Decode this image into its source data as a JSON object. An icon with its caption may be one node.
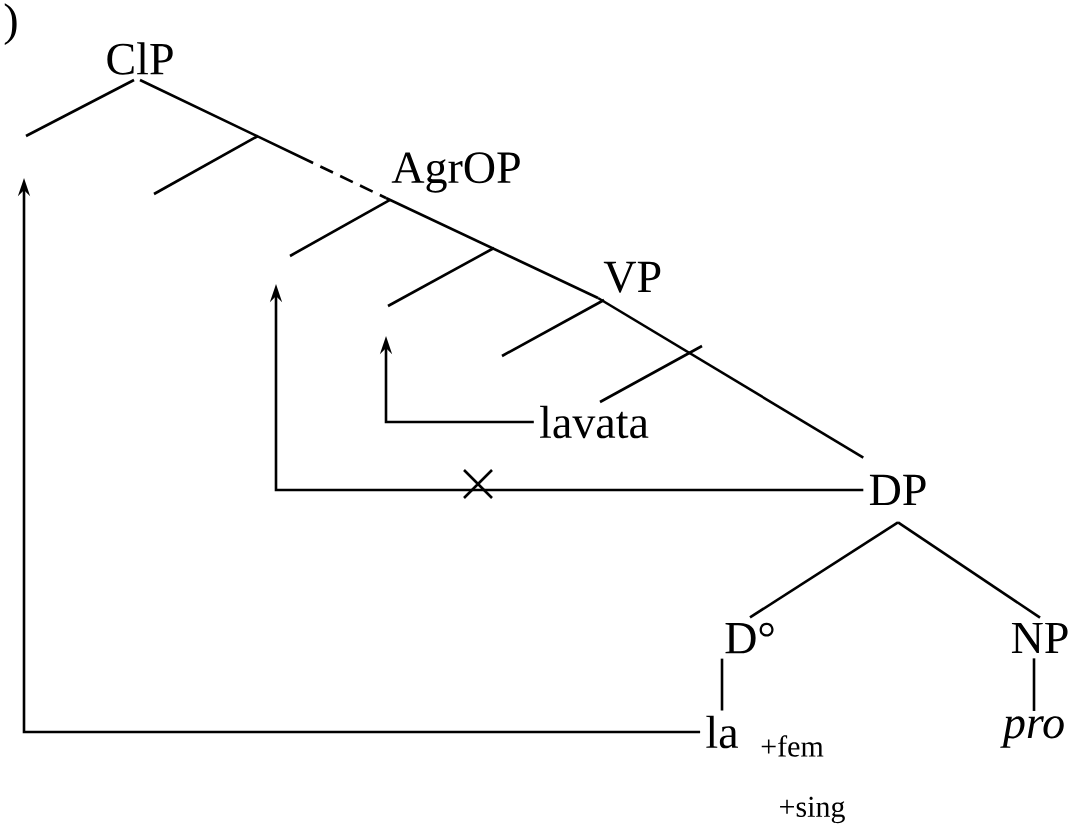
{
  "diagram": {
    "nodes": [
      {
        "text": [
          "ClP"
        ]
      },
      {
        "text": [
          "AgrOP"
        ]
      },
      {
        "text": [
          "VP"
        ]
      },
      {
        "text": [
          "lavata"
        ]
      },
      {
        "text": [
          "DP"
        ]
      },
      {
        "text": [
          "D°"
        ]
      },
      {
        "text": [
          "NP"
        ]
      },
      {
        "text": [
          "la"
        ],
        "beside": [
          "+fem",
          "+sing"
        ]
      },
      {
        "text": [
          "pro"
        ]
      }
    ],
    "edges": [
      {
        "from": 0,
        "to": 1,
        "arrow": "none",
        "style": "dashed"
      },
      {
        "from": 1,
        "to": 2,
        "arrow": "none"
      },
      {
        "from": 2,
        "to": 4,
        "arrow": "none"
      },
      {
        "from": 4,
        "to": 5,
        "arrow": "none"
      },
      {
        "from": 4,
        "to": 6,
        "arrow": "none"
      },
      {
        "from": 5,
        "to": 7,
        "arrow": "none"
      },
      {
        "from": 6,
        "to": 8,
        "arrow": "none"
      },
      {
        "from": 3,
        "to": null,
        "arrow": "to"
      },
      {
        "from": 4,
        "to": null,
        "arrow": "to"
      },
      {
        "from": 7,
        "to": null,
        "arrow": "to"
      }
    ],
    "labels": [
      ")"
    ]
  }
}
